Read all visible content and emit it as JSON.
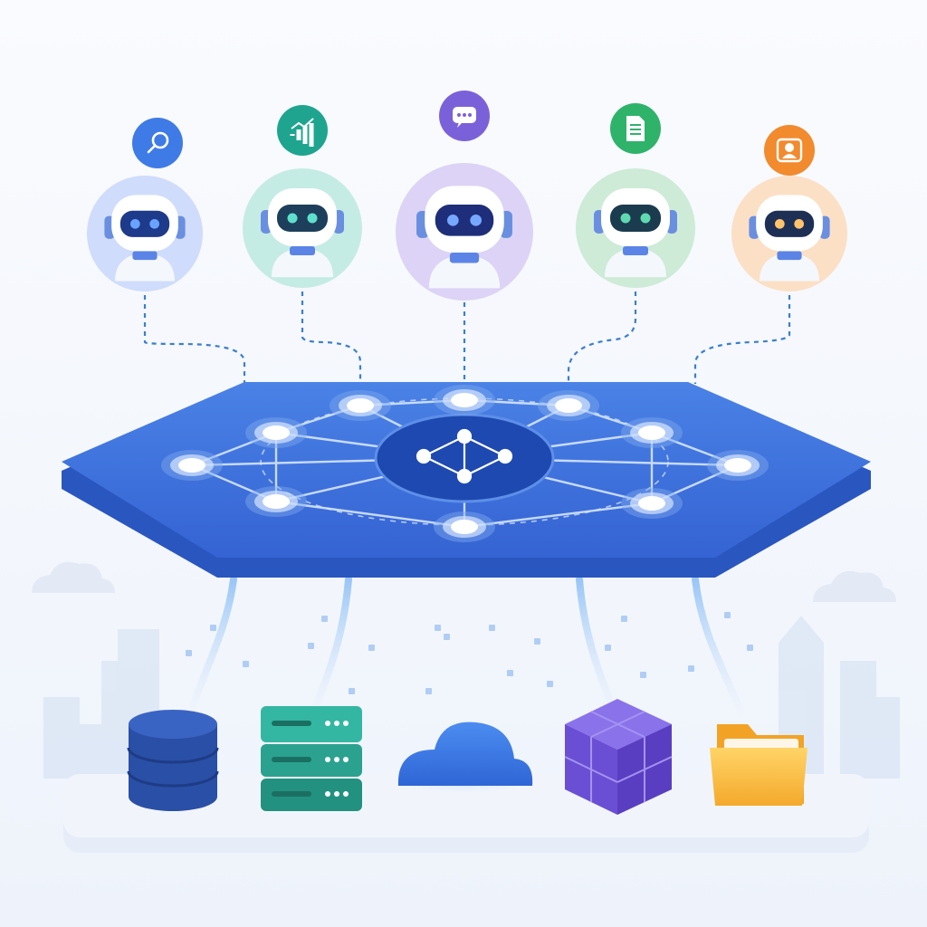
{
  "colors": {
    "background_top": "#f7f9fd",
    "background_bottom": "#eef3fb",
    "platform_top": "#3b6fd8",
    "platform_side": "#2a56c0",
    "hub": "#1f4bb0",
    "node_glow": "#a9c6f3",
    "connector": "#3a7fcf",
    "skyline": "#dbe6f6",
    "base_tray": "#e4ecf7"
  },
  "agents": [
    {
      "id": "search",
      "task_icon": "magnifier-icon",
      "badge_color": "#3f7be6",
      "halo_color": "#cfdcfb",
      "visor_color": "#1e3a8a",
      "eye_color": "#6aa3ff"
    },
    {
      "id": "analytics",
      "task_icon": "bar-chart-icon",
      "badge_color": "#1fa58f",
      "halo_color": "#c5ece4",
      "visor_color": "#1e3f5c",
      "eye_color": "#5fe0cc"
    },
    {
      "id": "chat",
      "task_icon": "chat-bubble-icon",
      "badge_color": "#7b61d9",
      "halo_color": "#dcd3f6",
      "visor_color": "#1e2e7a",
      "eye_color": "#77a8ff"
    },
    {
      "id": "document",
      "task_icon": "document-icon",
      "badge_color": "#2fb36b",
      "halo_color": "#cdebd7",
      "visor_color": "#1b3b4f",
      "eye_color": "#5fd9b0"
    },
    {
      "id": "user",
      "task_icon": "user-profile-icon",
      "badge_color": "#f28a2e",
      "halo_color": "#fbe0c6",
      "visor_color": "#1e2f55",
      "eye_color": "#ffc46b"
    }
  ],
  "resources": [
    {
      "id": "database",
      "icon": "database-cylinder-icon",
      "color": "#274b9e"
    },
    {
      "id": "server-rack",
      "icon": "server-rack-icon",
      "color": "#2fb09b"
    },
    {
      "id": "cloud",
      "icon": "cloud-icon",
      "color": "#3d7be0"
    },
    {
      "id": "package-cube",
      "icon": "cube-icon",
      "color": "#6b4fd6"
    },
    {
      "id": "files",
      "icon": "folder-icon",
      "color": "#f6b73c"
    }
  ]
}
